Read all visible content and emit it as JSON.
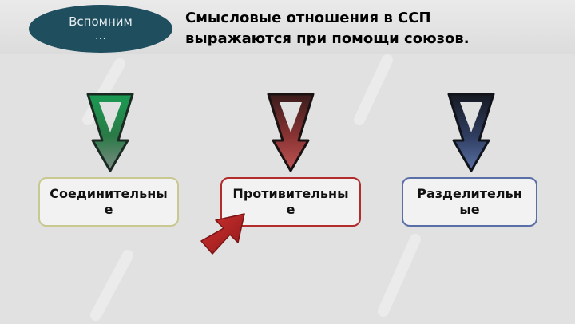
{
  "remember_button": {
    "line1": "Вспомним",
    "line2": "..."
  },
  "title": {
    "line1": "Смысловые отношения в ССП",
    "line2": "выражаются при помощи союзов."
  },
  "categories": [
    {
      "line1": "Соединительны",
      "line2": "е",
      "color": "#1f8f4e"
    },
    {
      "line1": "Противительны",
      "line2": "е",
      "color": "#a83232"
    },
    {
      "line1": "Разделительн",
      "line2": "ые",
      "color": "#3d5a99"
    }
  ],
  "colors": {
    "background": "#e1e1e1",
    "remember_fill": "#1f4e5f",
    "pointer": "#c62828"
  },
  "icons": [
    "down-arrow-icon",
    "cursor-pointer-icon"
  ]
}
